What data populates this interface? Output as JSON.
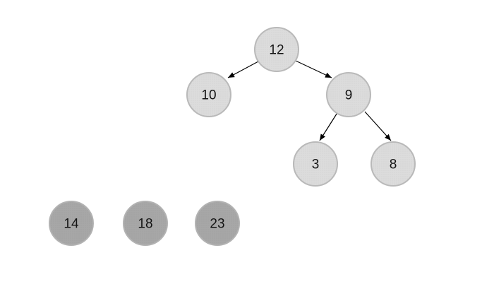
{
  "diagram": {
    "kind": "binary-tree",
    "tree": {
      "nodes": [
        {
          "label": "12"
        },
        {
          "label": "10"
        },
        {
          "label": "9"
        },
        {
          "label": "3"
        },
        {
          "label": "8"
        }
      ],
      "edges": [
        {
          "from": "12",
          "to": "10"
        },
        {
          "from": "12",
          "to": "9"
        },
        {
          "from": "9",
          "to": "3"
        },
        {
          "from": "9",
          "to": "8"
        }
      ]
    },
    "loose_nodes": [
      {
        "label": "14"
      },
      {
        "label": "18"
      },
      {
        "label": "23"
      }
    ],
    "colors": {
      "background": "#ffffff",
      "tree_node_fill": "#dcdcdc",
      "tree_node_dot": "#c7c7c7",
      "tree_node_border": "#b9b9b9",
      "loose_node_fill": "#a7a7a7",
      "loose_node_dot": "#989898",
      "loose_node_border": "#b2b2b2",
      "edge_color": "#000000",
      "label_color": "#141414"
    }
  }
}
